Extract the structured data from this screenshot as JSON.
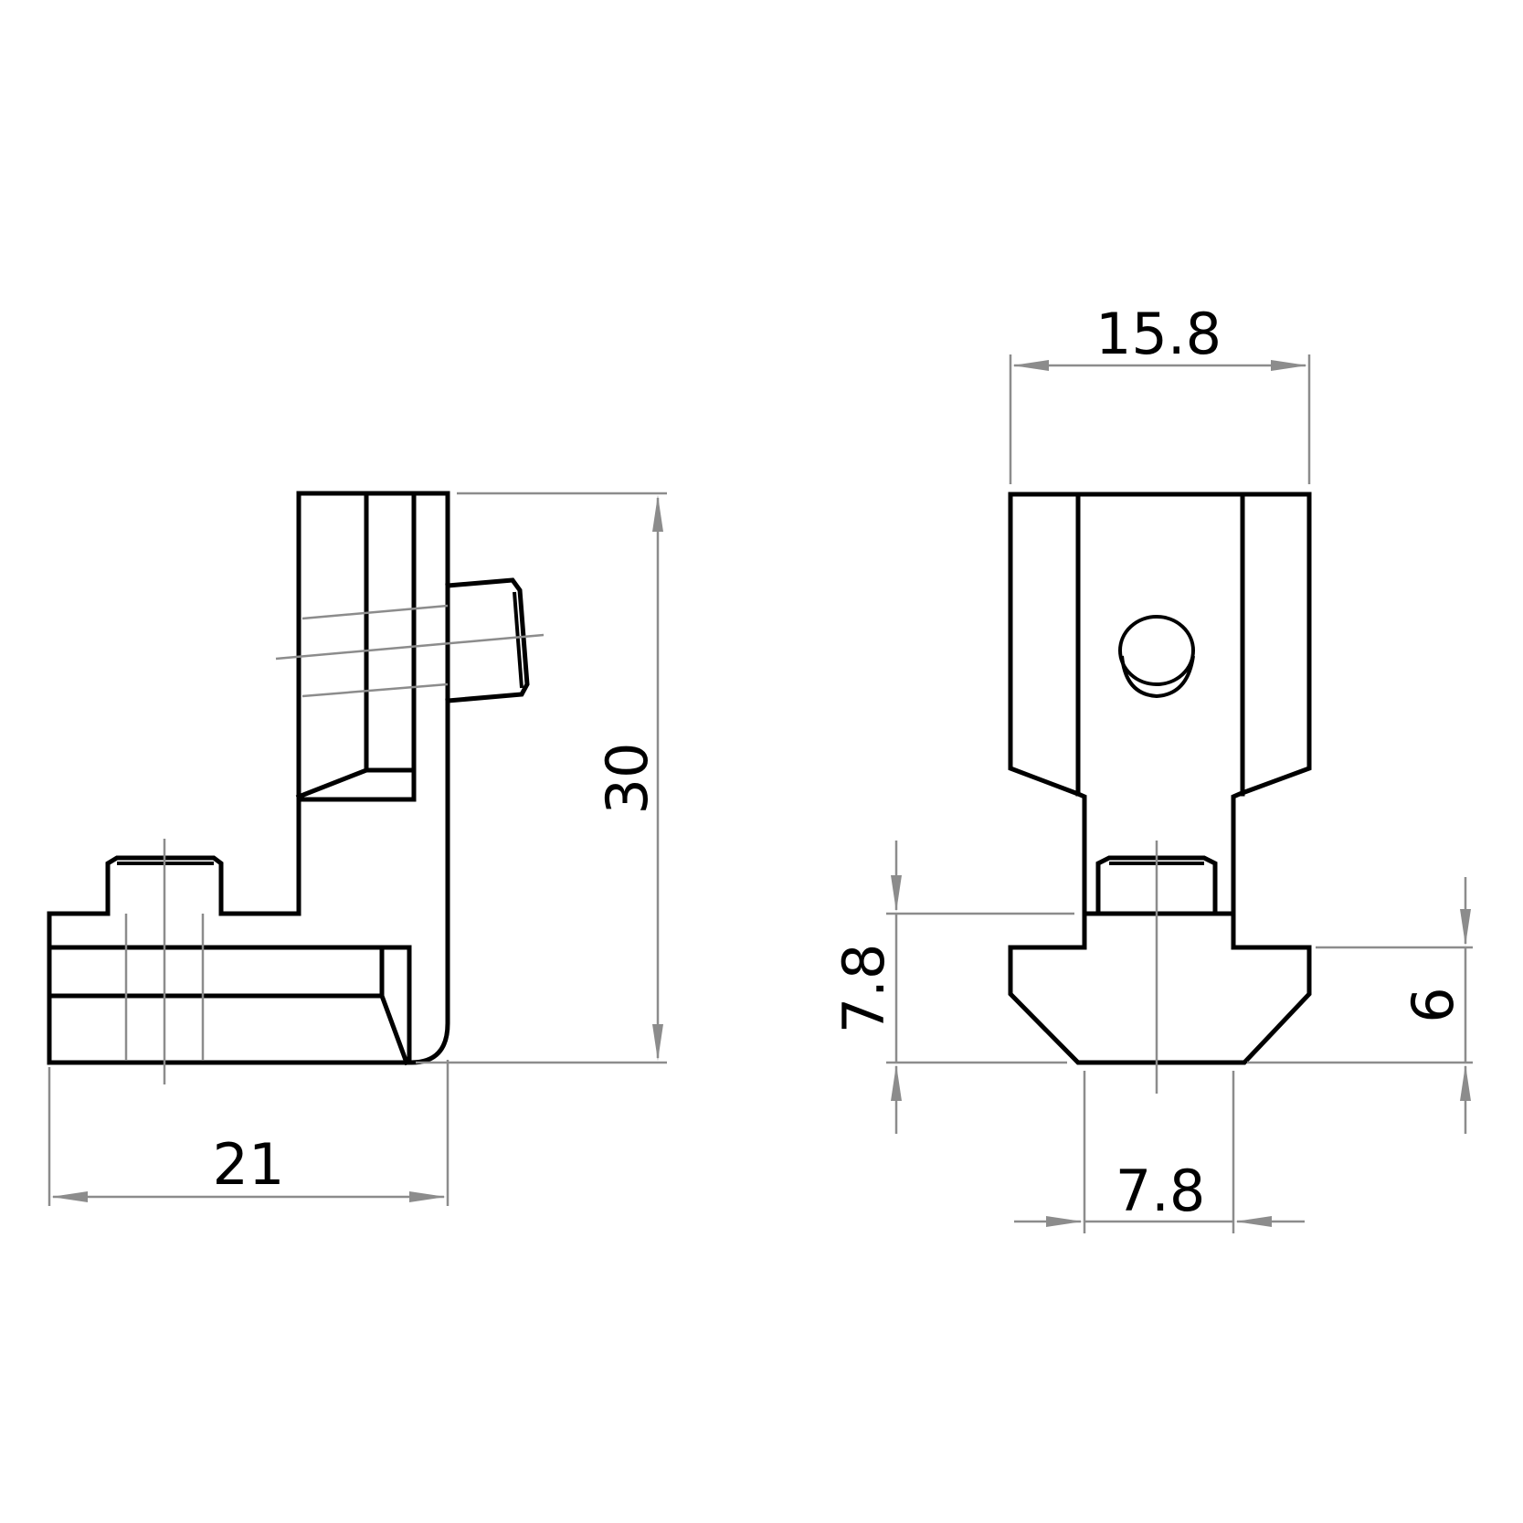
{
  "drawing": {
    "title": "T-slot angle connector technical drawing",
    "views": [
      {
        "name": "side-view",
        "description": "Side elevation with bolt and threaded stud"
      },
      {
        "name": "front-view",
        "description": "Front elevation with T-nut profile"
      }
    ],
    "colors": {
      "outline": "#000000",
      "dimension": "#8c8c8c",
      "background": "#ffffff"
    }
  },
  "dimensions": {
    "side_height": "30",
    "side_width": "21",
    "front_width": "15.8",
    "front_tnut_height": "7.8",
    "front_tnut_width": "7.8",
    "front_head_height": "6"
  }
}
